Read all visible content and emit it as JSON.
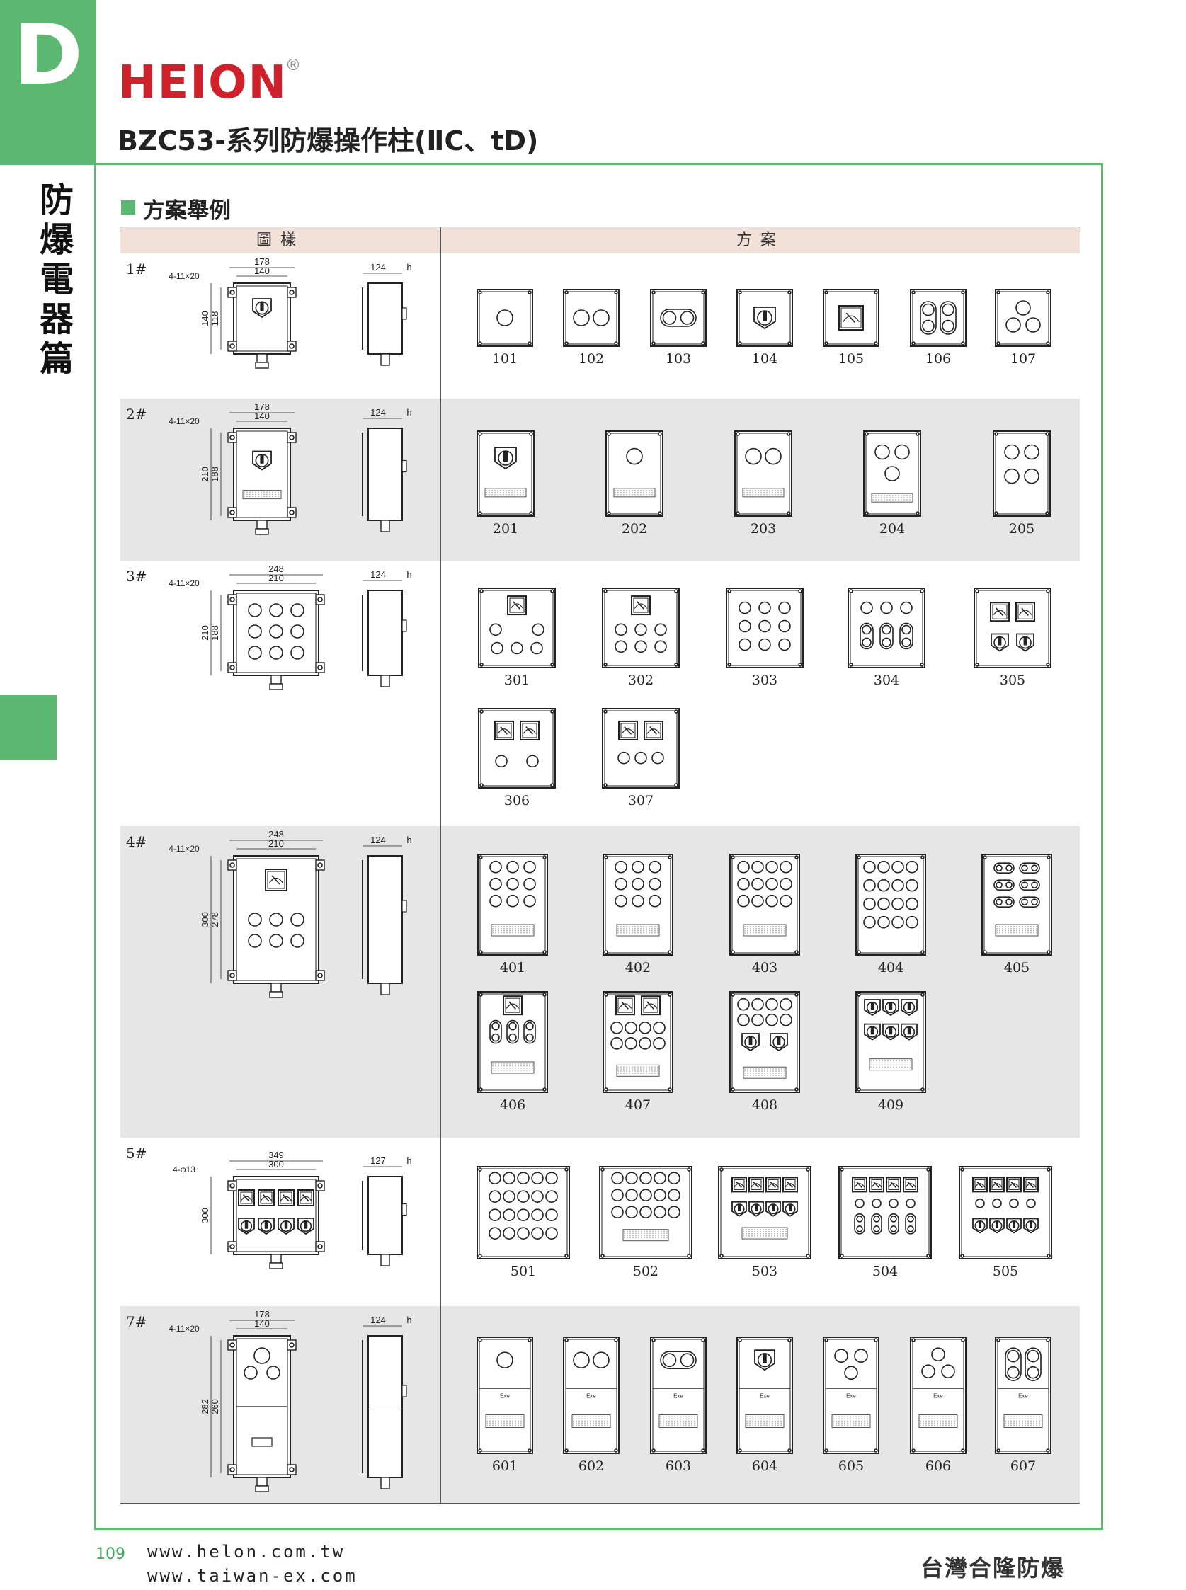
{
  "side_tab": {
    "letter": "D",
    "vertical_text": "防爆電器篇"
  },
  "brand": {
    "logo_text": "HEION",
    "registered_mark": "®"
  },
  "title": "BZC53-系列防爆操作柱(ⅡC、tD)",
  "section": {
    "title": "方案舉例"
  },
  "table": {
    "col1_header": "圖樣",
    "col2_header": "方案"
  },
  "rows": [
    {
      "label": "1#",
      "dims": {
        "holes": "4-11×20",
        "w1": "178",
        "w2": "140",
        "h1": "140",
        "h2": "118",
        "depth": "124",
        "h": "h"
      },
      "options": [
        "101",
        "102",
        "103",
        "104",
        "105",
        "106",
        "107"
      ]
    },
    {
      "label": "2#",
      "dims": {
        "holes": "4-11×20",
        "w1": "178",
        "w2": "140",
        "h1": "210",
        "h2": "188",
        "depth": "124",
        "h": "h"
      },
      "options": [
        "201",
        "202",
        "203",
        "204",
        "205"
      ]
    },
    {
      "label": "3#",
      "dims": {
        "holes": "4-11×20",
        "w1": "248",
        "w2": "210",
        "h1": "210",
        "h2": "188",
        "depth": "124",
        "h": "h"
      },
      "options": [
        "301",
        "302",
        "303",
        "304",
        "305",
        "306",
        "307"
      ]
    },
    {
      "label": "4#",
      "dims": {
        "holes": "4-11×20",
        "w1": "248",
        "w2": "210",
        "h1": "300",
        "h2": "278",
        "depth": "124",
        "h": "h"
      },
      "options": [
        "401",
        "402",
        "403",
        "404",
        "405",
        "406",
        "407",
        "408",
        "409"
      ]
    },
    {
      "label": "5#",
      "dims": {
        "holes": "4-φ13",
        "w1": "349",
        "w2": "300",
        "h1": "300",
        "h2": "",
        "depth": "127",
        "h": "h"
      },
      "options": [
        "501",
        "502",
        "503",
        "504",
        "505"
      ]
    },
    {
      "label": "7#",
      "dims": {
        "holes": "4-11×20",
        "w1": "178",
        "w2": "140",
        "h1": "282",
        "h2": "260",
        "depth": "124",
        "h": "h"
      },
      "options": [
        "601",
        "602",
        "603",
        "604",
        "605",
        "606",
        "607"
      ],
      "panel_text": "Exe"
    }
  ],
  "footer": {
    "page": "109",
    "url1": "www.helon.com.tw",
    "url2": "www.taiwan-ex.com",
    "company": "台灣合隆防爆"
  },
  "colors": {
    "accent": "#5cb870",
    "brand_red": "#d0202a",
    "header_bg": "#f2e1d8",
    "row_gray": "#e6e6e6"
  }
}
